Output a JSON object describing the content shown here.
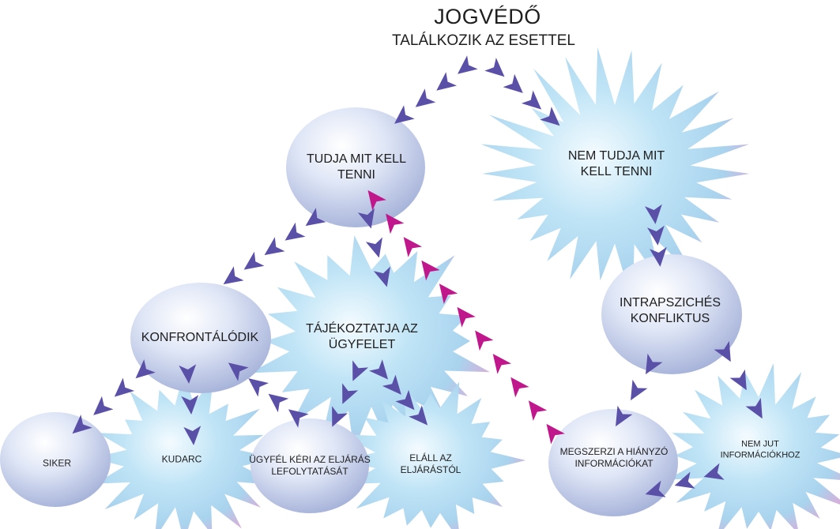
{
  "title": "JOGVÉDŐ",
  "subtitle": "TALÁLKOZIK AZ ESETTEL",
  "nodes": {
    "tudja": "TUDJA MIT KELL\nTENNI",
    "nemtudja": "NEM TUDJA MIT\nKELL TENNI",
    "konfrontalodik": "KONFRONTÁLÓDIK",
    "tajekoztatja": "TÁJÉKOZTATJA AZ\nÜGYFELET",
    "intrapszichés": "INTRAPSZICHÉS\nKONFLIKTUS",
    "siker": "SIKER",
    "kudarc": "KUDARC",
    "ugyfel_keri": "ÜGYFÉL KÉRI AZ ELJÁRÁS\nLEFOLYTATÁSÁT",
    "elall": "ELÁLL AZ\nELJÁRÁSTÓL",
    "megszerzi": "MEGSZERZI A HIÁNYZÓ\nINFORMÁCIÓKAT",
    "nem_jut": "NEM JUT\nINFORMÁCIÓKHOZ"
  },
  "colors": {
    "arrow_main": "#5a50a8",
    "arrow_feedback": "#c0178c",
    "bubble_light": "#eef2fb",
    "bubble_mid": "#bcc8e6",
    "bubble_edge": "#a7b3da",
    "burst_light": "#eaf6fc",
    "burst_mid": "#a9d8f0",
    "burst_pink": "#e0a6d4"
  }
}
